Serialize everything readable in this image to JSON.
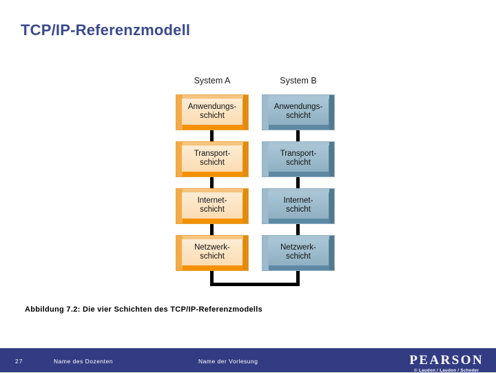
{
  "slide": {
    "title": "TCP/IP-Referenzmodell",
    "caption": "Abbildung 7.2: Die vier Schichten des TCP/IP-Referenzmodells"
  },
  "diagram": {
    "systems": [
      {
        "header": "System A",
        "color": "#f39100",
        "variant": "orange"
      },
      {
        "header": "System B",
        "color": "#5e89a3",
        "variant": "blue"
      }
    ],
    "layers": [
      {
        "line1": "Anwendungs-",
        "line2": "schicht"
      },
      {
        "line1": "Transport-",
        "line2": "schicht"
      },
      {
        "line1": "Internet-",
        "line2": "schicht"
      },
      {
        "line1": "Netzwerk-",
        "line2": "schicht"
      }
    ],
    "connector_color": "#000000"
  },
  "footer": {
    "page_number": "27",
    "lecturer": "Name des Dozenten",
    "lecture": "Name der Vorlesung",
    "brand": "PEARSON",
    "copyright": "© Laudon / Laudon / Schoder",
    "bar_color": "#333c82"
  },
  "theme": {
    "title_color": "#3b4a8c",
    "background": "#ffffff"
  }
}
